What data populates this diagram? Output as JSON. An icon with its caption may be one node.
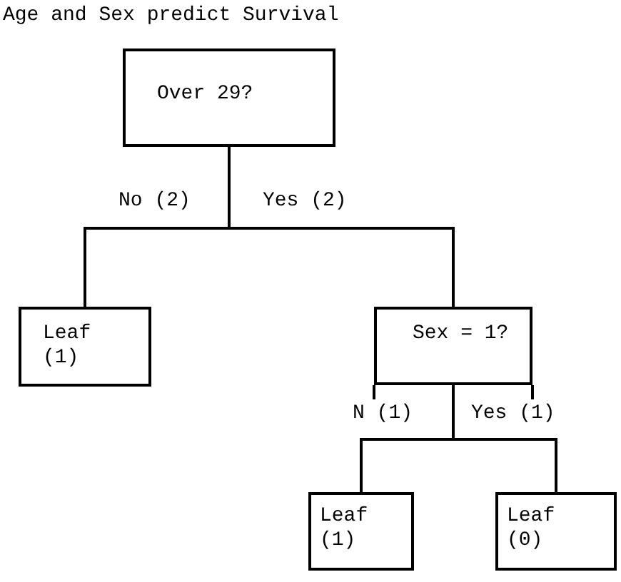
{
  "diagram": {
    "title": "Age and Sex predict Survival",
    "nodes": [
      {
        "text": [
          "Over 29?"
        ]
      },
      {
        "text": [
          "Leaf (1)"
        ]
      },
      {
        "text": [
          "Sex = 1?"
        ]
      },
      {
        "text": [
          "Leaf (1)"
        ]
      },
      {
        "text": [
          "Leaf (0)"
        ]
      }
    ],
    "edges": [
      {
        "from": 0,
        "to": 1,
        "arrow": "none",
        "label": "No (2)"
      },
      {
        "from": 0,
        "to": 2,
        "arrow": "none",
        "label": "Yes (2)"
      },
      {
        "from": 2,
        "to": 3,
        "arrow": "none",
        "label": "N (1)"
      },
      {
        "from": 2,
        "to": 4,
        "arrow": "none",
        "label": "Yes (1)"
      }
    ]
  }
}
